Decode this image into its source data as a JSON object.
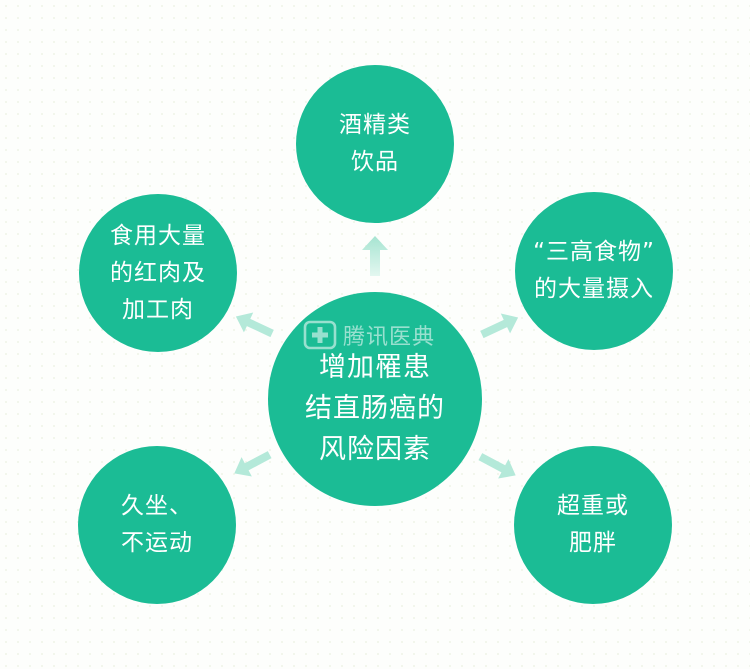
{
  "center": {
    "text": "增加罹患\n结直肠癌的\n风险因素"
  },
  "nodes": [
    {
      "id": "alcohol",
      "text": "酒精类\n饮品"
    },
    {
      "id": "processed-meat",
      "text": "食用大量\n的红肉及\n加工肉"
    },
    {
      "id": "high-diet",
      "text": "“三高食物”\n的大量摄入"
    },
    {
      "id": "sedentary",
      "text": "久坐、\n不运动"
    },
    {
      "id": "obesity",
      "text": "超重或\n肥胖"
    }
  ],
  "watermark": {
    "text": "腾讯医典",
    "icon": "medical-cross-icon"
  },
  "colors": {
    "circle": "#1bbc95",
    "arrow": "#b9ecdc",
    "text": "#ffffff"
  }
}
